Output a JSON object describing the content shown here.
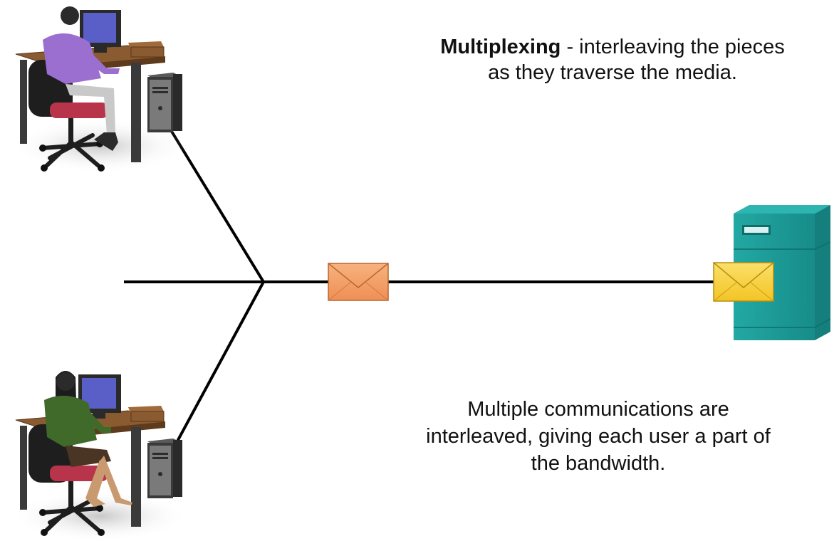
{
  "top_caption": {
    "term": "Multiplexing",
    "line1_rest": " - interleaving the pieces",
    "line2": "as they traverse the media."
  },
  "bottom_caption": {
    "line1": "Multiple communications are",
    "line2": "interleaved, giving each user a part of",
    "line3": "the bandwidth."
  },
  "colors": {
    "link": "#000000",
    "envelope_orange": "#f2a066",
    "envelope_yellow": "#f7cf3a",
    "server_teal": "#1e9a97",
    "shirt_purple": "#9b6fd0",
    "blouse_green": "#3f6a2a",
    "chair_seat": "#b8344a",
    "desk": "#8a5a30",
    "monitor_screen": "#5a5fc8"
  },
  "icons": {
    "top_workstation": "user-at-desktop-icon",
    "bottom_workstation": "user-at-desktop-icon",
    "server": "server-icon",
    "moving_message": "envelope-icon",
    "arrived_message": "envelope-icon"
  }
}
